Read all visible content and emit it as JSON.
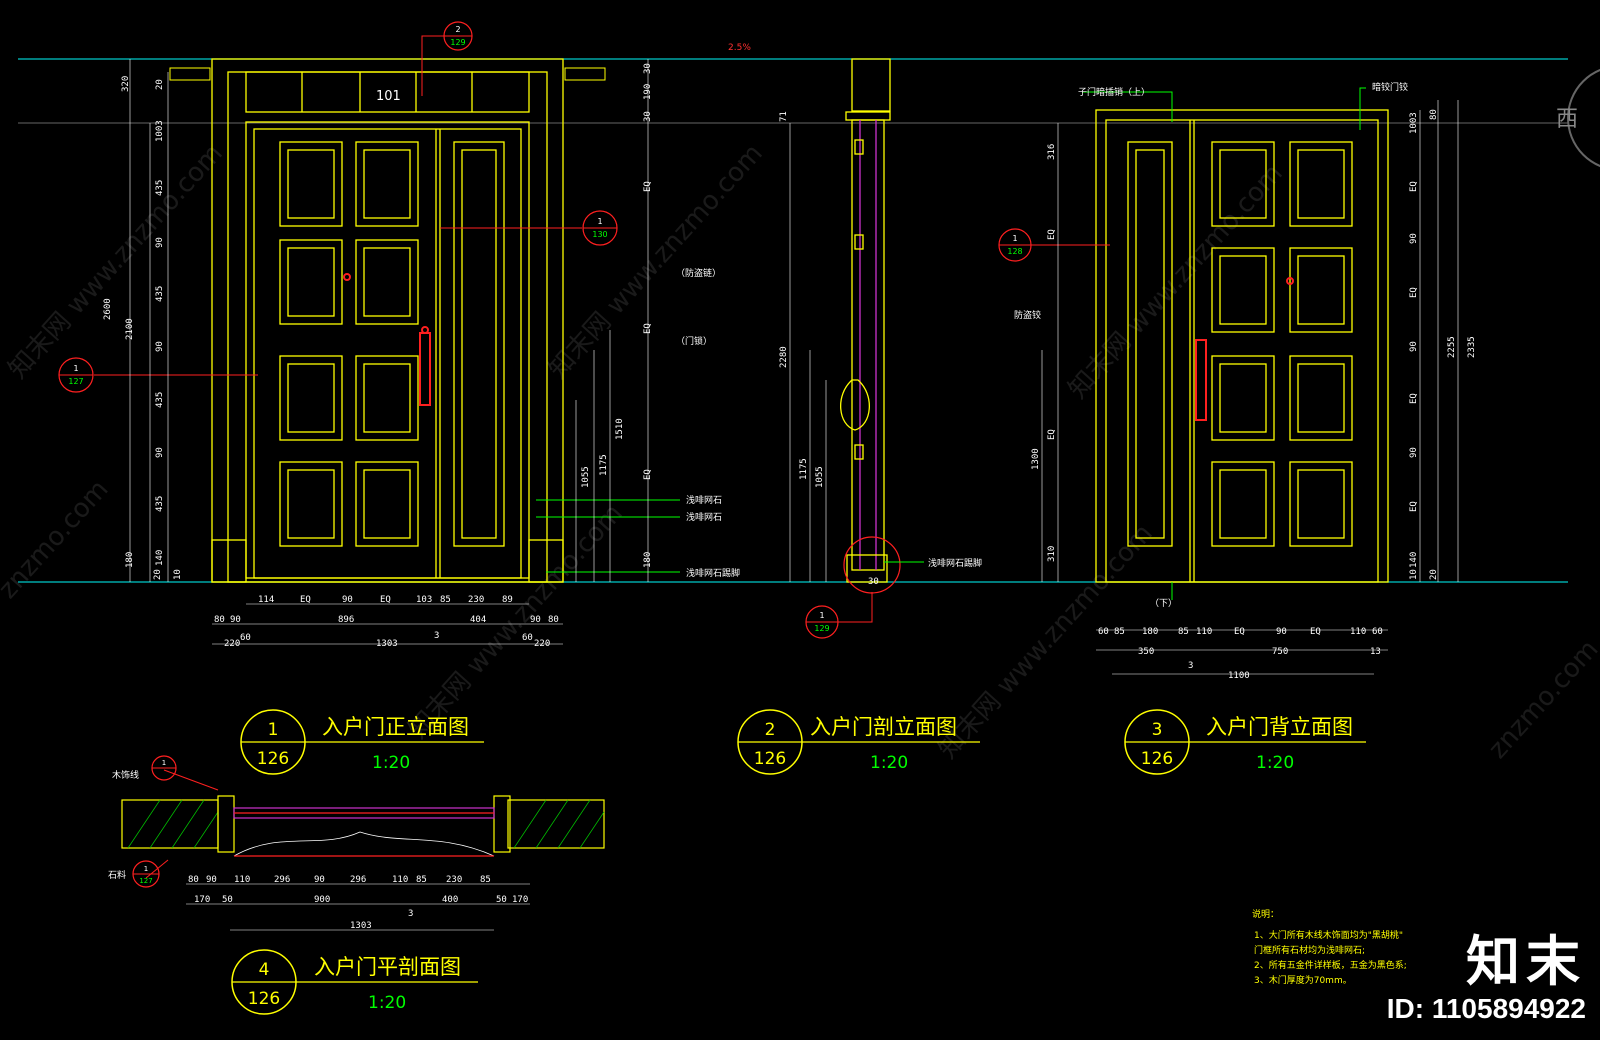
{
  "colors": {
    "background": "#000000",
    "door": "#ffff00",
    "dimension": "#ffffff",
    "leader": "#ff0000",
    "title": "#ffff00",
    "scale": "#00ff00",
    "notes": "#ffff00",
    "cyan": "#00c8c8",
    "magenta": "#cc33cc"
  },
  "drawings": [
    {
      "number": "1",
      "sheet": "126",
      "title": "入户门正立面图",
      "scale": "1:20"
    },
    {
      "number": "2",
      "sheet": "126",
      "title": "入户门剖立面图",
      "scale": "1:20"
    },
    {
      "number": "3",
      "sheet": "126",
      "title": "入户门背立面图",
      "scale": "1:20"
    },
    {
      "number": "4",
      "sheet": "126",
      "title": "入户门平剖面图",
      "scale": "1:20"
    }
  ],
  "callouts": {
    "front_top": {
      "num": "2",
      "sheet": "129"
    },
    "front_right": {
      "num": "1",
      "sheet": "130"
    },
    "front_left": {
      "num": "1",
      "sheet": "127"
    },
    "section_bottom": {
      "num": "1",
      "sheet": "129"
    },
    "back_left": {
      "num": "1",
      "sheet": "128"
    },
    "plan_top": {
      "num": "1",
      "sheet": ""
    },
    "plan_bottom": {
      "num": "1",
      "sheet": "127"
    }
  },
  "door_number": "101",
  "section_top_label": "2.5%",
  "annotations": {
    "anti_theft_chain": "（防盗链）",
    "door_lock": "（门锁）",
    "stone_a": "浅啡网石",
    "stone_b": "浅啡网石",
    "stone_skirting": "浅啡网石踢脚",
    "section_stone": "浅啡网石踢脚",
    "back_top_left": "子门暗插销（上）",
    "back_top_right": "暗铰门铰",
    "back_bottom": "（下）",
    "back_anti": "防盗铰",
    "plan_wood": "木饰线",
    "plan_stone": "石料"
  },
  "front_dims": {
    "left_outer": [
      "320",
      "2600"
    ],
    "left_mid": [
      "2100"
    ],
    "left_inner": [
      "20",
      "1003",
      "435",
      "90",
      "435",
      "90",
      "435",
      "90",
      "435",
      "180",
      "20",
      "140",
      "10"
    ],
    "right": [
      "30",
      "190",
      "30",
      "EQ",
      "EQ",
      "EQ",
      "180",
      "1510",
      "1175",
      "1055"
    ],
    "bottom_row1": [
      "114",
      "EQ",
      "90",
      "EQ",
      "103",
      "85",
      "230",
      "89"
    ],
    "bottom_row2": [
      "80",
      "90",
      "896",
      "404",
      "90",
      "80"
    ],
    "bottom_row3": [
      "220",
      "60",
      "1303",
      "60",
      "220"
    ],
    "bottom_total": "3"
  },
  "section_dims": {
    "left": [
      "71",
      "2280",
      "1175",
      "1055"
    ],
    "bottom": "30"
  },
  "back_dims": {
    "left": [
      "316",
      "EQ",
      "EQ",
      "1300",
      "310"
    ],
    "right_inner": [
      "1003",
      "80",
      "EQ",
      "90",
      "EQ",
      "90",
      "EQ",
      "90",
      "EQ",
      "10",
      "140",
      "20"
    ],
    "right_outer": [
      "2255",
      "2335"
    ],
    "bottom_row1": [
      "60",
      "85",
      "180",
      "85",
      "110",
      "EQ",
      "90",
      "EQ",
      "110",
      "60"
    ],
    "bottom_row2": [
      "350",
      "750",
      "13"
    ],
    "bottom_row3": "3",
    "bottom_total": "1100"
  },
  "plan_dims": {
    "row1": [
      "80",
      "90",
      "110",
      "296",
      "90",
      "296",
      "110",
      "85",
      "230",
      "85"
    ],
    "row2": [
      "170",
      "50",
      "900",
      "400",
      "50",
      "170"
    ],
    "row3": [
      "3"
    ],
    "row4": [
      "1303"
    ]
  },
  "notes": {
    "heading": "说明：",
    "lines": [
      "1、大门所有木线木饰面均为\"黑胡桃\"",
      "    门框所有石材均为浅啡网石;",
      "2、所有五金件详样板，五金为黑色系;",
      "3、木门厚度为70mm。"
    ]
  },
  "corner_char": "西",
  "watermarks": [
    "知末网 www.znzmo.com",
    "znzmo.com"
  ],
  "brand": {
    "logo": "知末",
    "id": "ID: 1105894922"
  }
}
